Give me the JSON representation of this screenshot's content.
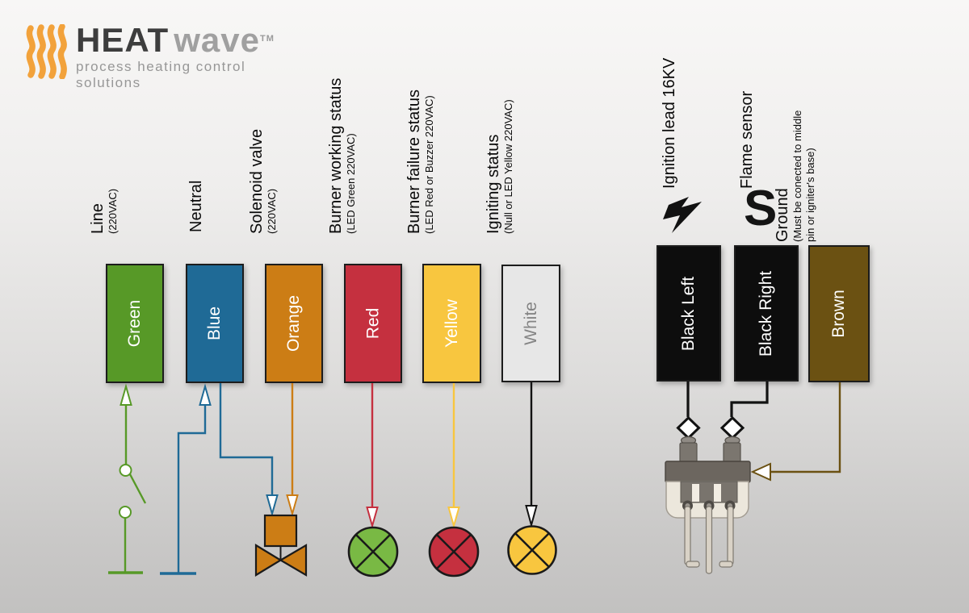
{
  "logo": {
    "heat": "HEAT",
    "wave": "wave",
    "tm": "TM",
    "tagline": "process heating control solutions"
  },
  "colors": {
    "green": "#579927",
    "blue": "#1f6a96",
    "orange": "#cc7d15",
    "red": "#c5303f",
    "yellow": "#f8c63f",
    "white_block": "#e7e7e7",
    "black": "#0d0d0d",
    "brown": "#6b5112",
    "lamp_green": "#79b944"
  },
  "wires": [
    {
      "label": "Green",
      "title": "Line",
      "subtitle": "(220VAC)"
    },
    {
      "label": "Blue",
      "title": "Neutral",
      "subtitle": ""
    },
    {
      "label": "Orange",
      "title": "Solenoid valve",
      "subtitle": "(220VAC)"
    },
    {
      "label": "Red",
      "title": "Burner working status",
      "subtitle": "(LED Green 220VAC)"
    },
    {
      "label": "Yellow",
      "title": "Burner failure status",
      "subtitle": "(LED Red or Buzzer 220VAC)"
    },
    {
      "label": "White",
      "title": "Igniting status",
      "subtitle": "(Null or LED Yellow 220VAC)"
    },
    {
      "label": "Black Left",
      "title": "Ignition lead 16KV",
      "subtitle": "",
      "icon": "lightning-bolt-icon"
    },
    {
      "label": "Black Right",
      "title": "Flame sensor",
      "subtitle": "",
      "icon": "letter-s-icon"
    },
    {
      "label": "Brown",
      "title": "Ground",
      "subtitle": "(Must be conected to middle pin or igniter's base)"
    }
  ],
  "icons": {
    "flame_sensor_glyph": "S"
  },
  "symbols": [
    "switch",
    "ground-bar-green",
    "ground-bar-blue",
    "solenoid-valve",
    "lamp-green",
    "lamp-red",
    "lamp-yellow",
    "connector-diamond-left",
    "connector-diamond-right",
    "igniter",
    "brown-arrow-to-igniter"
  ]
}
